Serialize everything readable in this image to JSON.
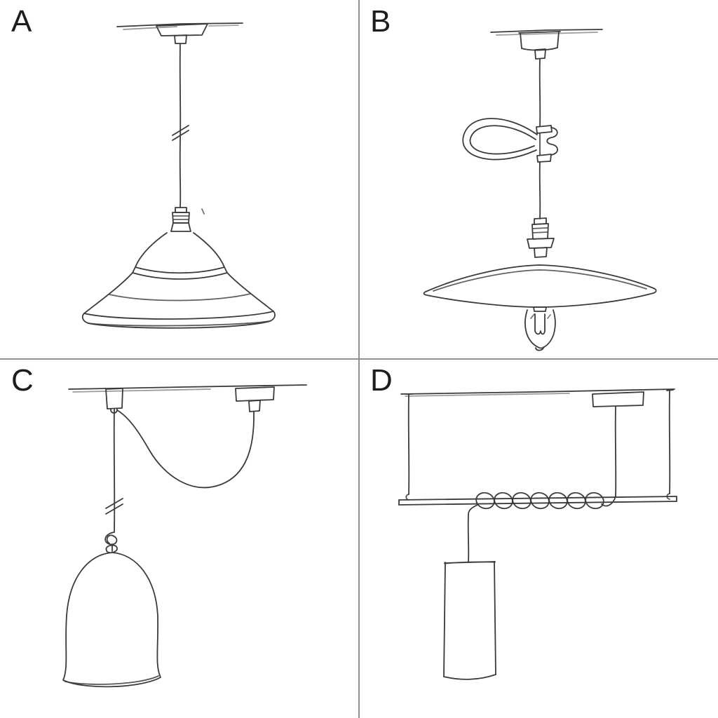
{
  "page": {
    "background": "#ffffff",
    "line_color": "#3b3b3b",
    "divider_color": "#8f8f8f",
    "label_color": "#1d1d1d"
  },
  "panels": [
    {
      "label": "A",
      "name": "pendant-industrial-shade-sketch",
      "description": "Pendant lamp on straight cable from ceiling rose with wide industrial shade"
    },
    {
      "label": "B",
      "name": "pendant-plate-shade-bulb-sketch",
      "description": "Pendant lamp with cable clamp loop, flat plate shade and exposed filament bulb"
    },
    {
      "label": "C",
      "name": "swag-pendant-bell-shade-sketch",
      "description": "Pendant swagged from ceiling hook with knotted cable and bell shade"
    },
    {
      "label": "D",
      "name": "bar-pendant-coiled-cable-sketch",
      "description": "Suspended bar with coiled cord and cylindrical pendant"
    }
  ]
}
